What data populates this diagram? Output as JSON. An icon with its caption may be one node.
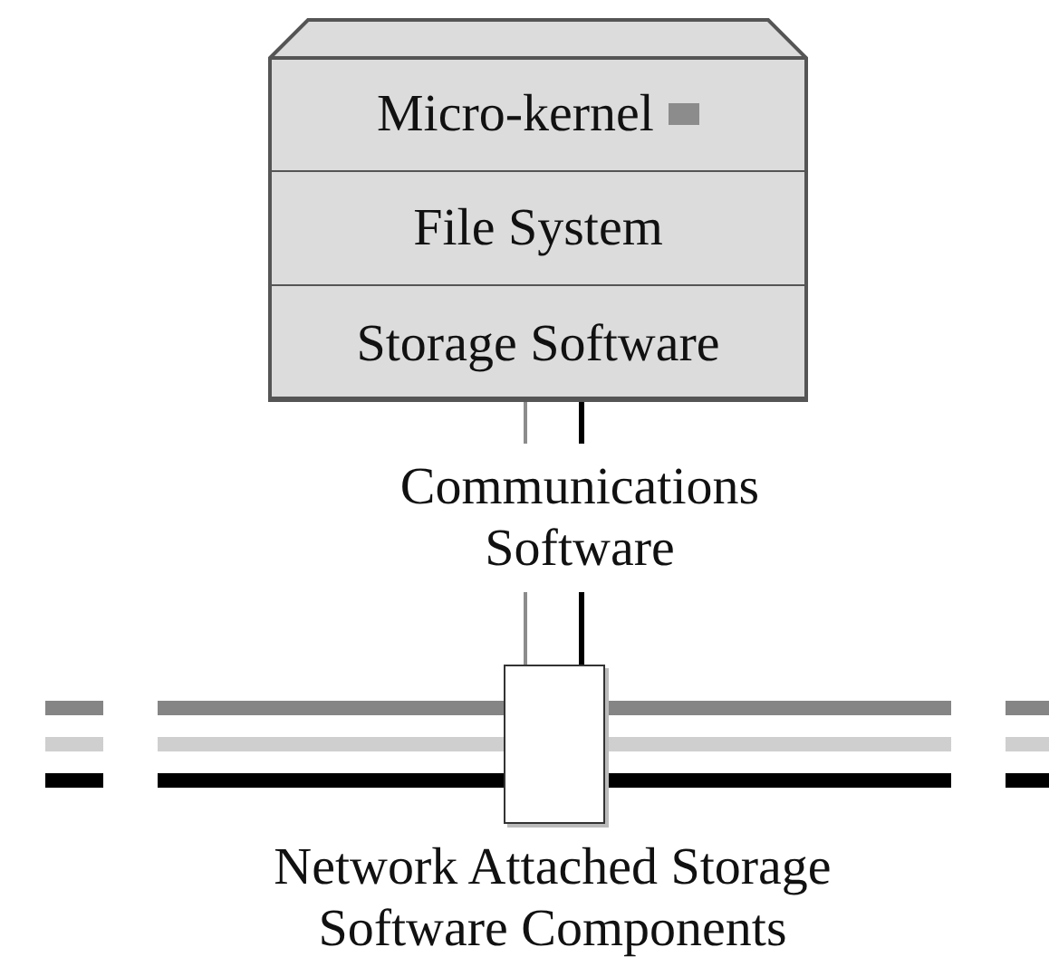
{
  "diagram": {
    "caption": "Network Attached Storage Software Components",
    "nodes": [
      {
        "text": [],
        "shape": "box"
      },
      {
        "text": [
          "Micro-kernel"
        ],
        "in": 0
      },
      {
        "text": [
          "File System"
        ],
        "in": 0
      },
      {
        "text": [
          "Storage Software"
        ],
        "in": 0
      },
      {
        "text": [
          "Communications Software"
        ]
      },
      {
        "text": [],
        "shape": "box"
      }
    ],
    "edges": [
      {
        "from": 3,
        "to": 4,
        "arrow": "none",
        "color": "#8c8c8c"
      },
      {
        "from": 3,
        "to": 4,
        "arrow": "none",
        "color": "#000000"
      },
      {
        "from": 4,
        "to": 5,
        "arrow": "none",
        "color": "#8c8c8c"
      },
      {
        "from": 4,
        "to": 5,
        "arrow": "none",
        "color": "#000000"
      }
    ]
  }
}
